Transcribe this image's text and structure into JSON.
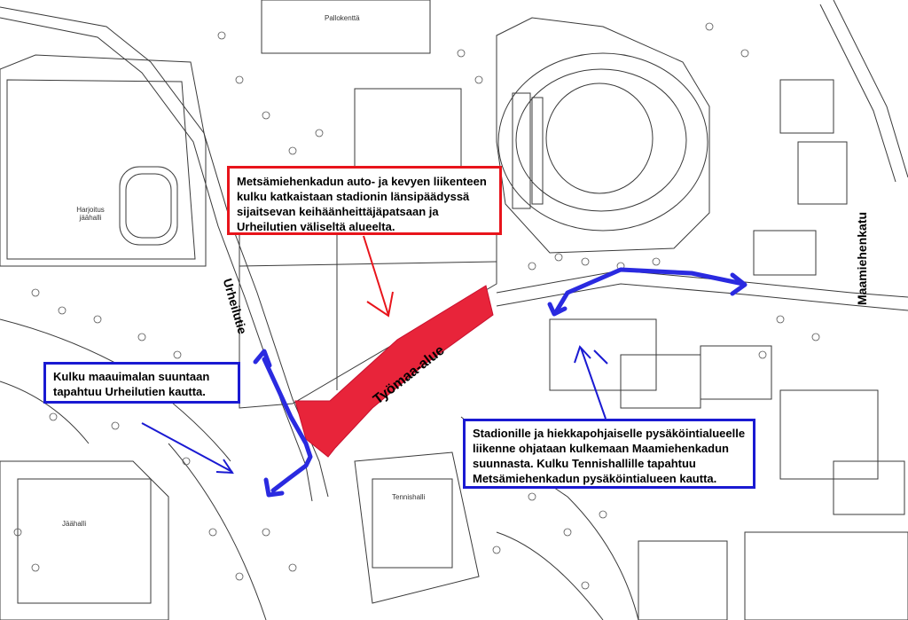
{
  "map": {
    "colors": {
      "linework": "#3a3a3a",
      "worksite": "#e8243a",
      "closure_box": "#e8141b",
      "route_arrows": "#2a2ae0",
      "info_box_border": "#1a1ad2"
    },
    "closure_notice": {
      "lines": [
        "Metsämiehenkadun auto- ja kevyen liikenteen",
        "kulku katkaistaan stadionin länsipäädyssä",
        "sijaitsevan keihäänheittäjäpatsaan ja",
        "Urheilutien väliseltä alueelta."
      ]
    },
    "pool_access_note": {
      "lines": [
        "Kulku maauimalan suuntaan",
        "tapahtuu Urheilutien kautta."
      ]
    },
    "parking_note": {
      "lines": [
        "Stadionille ja hiekkapohjaiselle pysäköintialueelle",
        "liikenne ohjataan kulkemaan Maamiehenkadun",
        "suunnasta. Kulku Tennishallille tapahtuu",
        "Metsämiehenkadun pysäköintialueen kautta."
      ]
    },
    "worksite_label": "Työmaa-alue",
    "streets": {
      "urheilutie": "Urheilutie",
      "maamiehenkatu": "Maamiehenkatu"
    },
    "base_labels": {
      "top": "Pallokenttä",
      "left_hall": "Harjoitus jäähalli",
      "ice_hall": "Jäähalli",
      "tennis_hall": "Tennishalli"
    }
  }
}
